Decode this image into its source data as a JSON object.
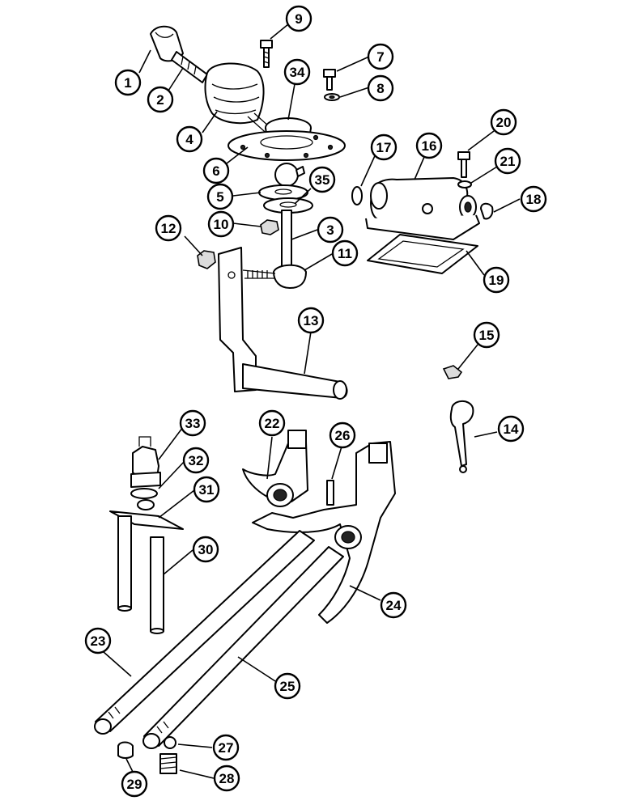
{
  "diagram": {
    "callouts": [
      {
        "id": "1",
        "label": "1"
      },
      {
        "id": "2",
        "label": "2"
      },
      {
        "id": "3",
        "label": "3"
      },
      {
        "id": "4",
        "label": "4"
      },
      {
        "id": "5",
        "label": "5"
      },
      {
        "id": "6",
        "label": "6"
      },
      {
        "id": "7",
        "label": "7"
      },
      {
        "id": "8",
        "label": "8"
      },
      {
        "id": "9",
        "label": "9"
      },
      {
        "id": "10",
        "label": "10"
      },
      {
        "id": "11",
        "label": "11"
      },
      {
        "id": "12",
        "label": "12"
      },
      {
        "id": "13",
        "label": "13"
      },
      {
        "id": "14",
        "label": "14"
      },
      {
        "id": "15",
        "label": "15"
      },
      {
        "id": "16",
        "label": "16"
      },
      {
        "id": "17",
        "label": "17"
      },
      {
        "id": "18",
        "label": "18"
      },
      {
        "id": "19",
        "label": "19"
      },
      {
        "id": "20",
        "label": "20"
      },
      {
        "id": "21",
        "label": "21"
      },
      {
        "id": "22",
        "label": "22"
      },
      {
        "id": "23",
        "label": "23"
      },
      {
        "id": "24",
        "label": "24"
      },
      {
        "id": "25",
        "label": "25"
      },
      {
        "id": "26",
        "label": "26"
      },
      {
        "id": "27",
        "label": "27"
      },
      {
        "id": "28",
        "label": "28"
      },
      {
        "id": "29",
        "label": "29"
      },
      {
        "id": "30",
        "label": "30"
      },
      {
        "id": "31",
        "label": "31"
      },
      {
        "id": "32",
        "label": "32"
      },
      {
        "id": "33",
        "label": "33"
      },
      {
        "id": "34",
        "label": "34"
      },
      {
        "id": "35",
        "label": "35"
      }
    ]
  }
}
